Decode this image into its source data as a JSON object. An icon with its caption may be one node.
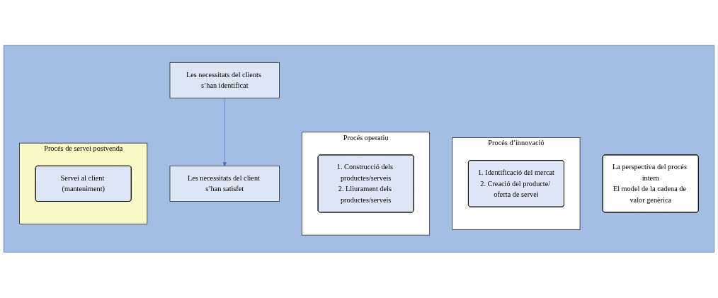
{
  "diagram": {
    "nodes": [
      {
        "text": [],
        "shape": "box"
      },
      {
        "text": [
          "La perspectiva del procés intern",
          "El model de la cadena de valor genèrica"
        ],
        "in": 0
      },
      {
        "text": [
          "Les necessitats del clients s’han identificat"
        ],
        "in": 0
      },
      {
        "text": [
          "Procés d’innovació"
        ],
        "in": 0
      },
      {
        "text": [
          "1. Identificació del mercat",
          "2. Creació del producte/ oferta de servei"
        ],
        "in": 3
      },
      {
        "text": [
          "Procés operatiu"
        ],
        "in": 0
      },
      {
        "text": [
          "1. Construcció dels productes/serveis",
          "2. Lliurament dels productes/serveis"
        ],
        "in": 5
      },
      {
        "text": [
          "Procés de servei postvenda"
        ],
        "in": 0
      },
      {
        "text": [
          "Servei al client (manteniment)"
        ],
        "in": 7
      },
      {
        "text": [
          "Les necessitats del client s’han satisfet"
        ],
        "in": 0
      }
    ],
    "edges": [
      {
        "from": 2,
        "to": 9,
        "arrow": "to",
        "color": "#4472c4"
      }
    ]
  }
}
